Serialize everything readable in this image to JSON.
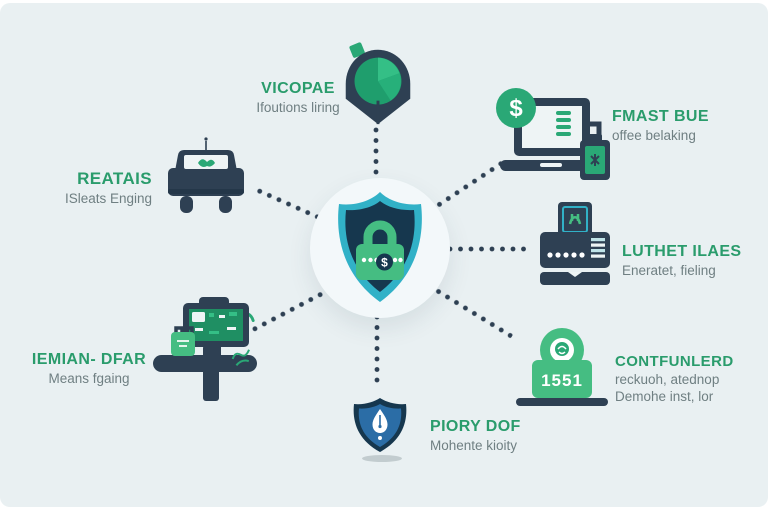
{
  "colors": {
    "page_bg": "#ffffff",
    "panel_bg": "#e9f0f2",
    "navy": "#2e4053",
    "navy_deep": "#16374e",
    "teal": "#31b1c7",
    "green": "#2aa876",
    "green_bright": "#34bf86",
    "lock_green": "#45bd82",
    "label_green": "#2a9c6c",
    "subtitle_gray": "#6f7f82",
    "hub_bg": "#f3f8fa",
    "blue_shield": "#2b6da6"
  },
  "hub": {
    "icon": "shield-lock-icon"
  },
  "glyphs": {
    "dollar": "$"
  },
  "nodes": {
    "top": {
      "icon": "map-pin-pie-icon",
      "title": "VICOPAE",
      "subtitle": "Ifoutions liring"
    },
    "top_right": {
      "icon": "laptop-dollar-icon",
      "title": "FMAST BUE",
      "subtitle": "offee belaking"
    },
    "left": {
      "icon": "car-icon",
      "title": "REATAIS",
      "subtitle": "ISleats Enging"
    },
    "right": {
      "icon": "printer-icon",
      "title": "LUTHET ILAES",
      "subtitle": "Eneratet, fieling"
    },
    "bottom_left": {
      "icon": "camera-rig-icon",
      "title": "IEMIAN- DFAR",
      "subtitle": "Means fgaing"
    },
    "bottom_right": {
      "icon": "padlock-icon",
      "title": "CONTFUNLERD",
      "subtitle": "reckuoh, atednop",
      "subtitle2": "Demohe inst, lor",
      "badge": "1551"
    },
    "bottom": {
      "icon": "security-shield-icon",
      "title": "PIORY DOF",
      "subtitle": "Mohente kioity"
    }
  }
}
